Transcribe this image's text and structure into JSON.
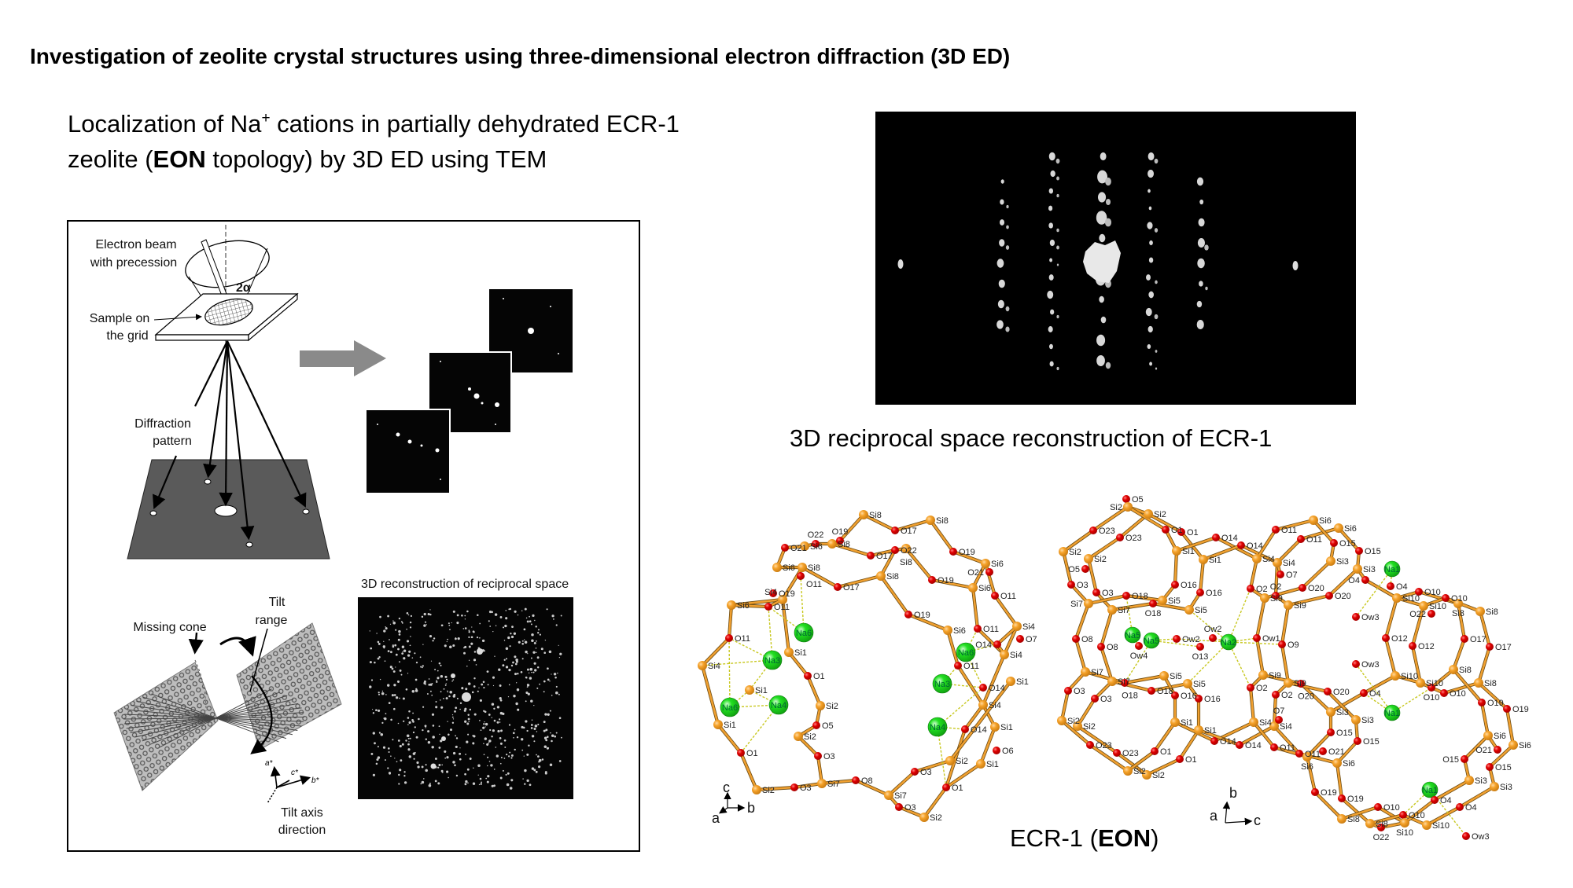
{
  "title": "Investigation of zeolite crystal structures using three-dimensional electron diffraction (3D ED)",
  "subtitle": {
    "line1_prefix": "Localization of Na",
    "line1_sup": "+",
    "line1_suffix": " cations in partially dehydrated ECR-1",
    "line2_prefix": "zeolite (",
    "line2_bold": "EON",
    "line2_suffix": " topology) by 3D ED using TEM"
  },
  "schematic": {
    "electron_beam": "Electron beam",
    "with_precession": "with precession",
    "angle": "2α",
    "sample_on": "Sample on",
    "the_grid": "the grid",
    "diffraction": "Diffraction",
    "pattern": "pattern",
    "recon_title": "3D reconstruction of reciprocal space",
    "missing_cone": "Missing cone",
    "tilt": "Tilt",
    "range": "range",
    "tilt_axis": "Tilt axis",
    "direction": "direction",
    "axes": {
      "a": "a*",
      "b": "b*",
      "c": "c*"
    }
  },
  "reciprocal_caption": "3D reciprocal space reconstruction of ECR-1",
  "structure": {
    "label_prefix": "ECR-1 (",
    "label_bold": "EON",
    "label_suffix": ")",
    "left_axes": {
      "c": "c",
      "a": "a",
      "b": "b"
    },
    "right_axes": {
      "b": "b",
      "a": "a",
      "c": "c"
    },
    "left_atoms": [
      "Si8",
      "O17",
      "Si8",
      "O19",
      "Si6",
      "O21",
      "O11",
      "Si4",
      "O7",
      "Si4",
      "Si1",
      "Si4",
      "Si1",
      "O6",
      "Si1",
      "O1",
      "Si2",
      "O3",
      "Si7",
      "O8",
      "Si7",
      "O3",
      "Si2",
      "O1",
      "Si1",
      "Na6",
      "Si4",
      "O11",
      "Si6",
      "O19",
      "O11",
      "Si4",
      "Na6",
      "Na3",
      "Si1",
      "O1",
      "Si2",
      "O5",
      "Si2",
      "O3",
      "Na4",
      "Si1",
      "Si6",
      "O21",
      "Si6",
      "O22",
      "Si8",
      "Si8",
      "O11",
      "O19",
      "O17",
      "Si8",
      "O17",
      "O22",
      "Si8",
      "O19",
      "Si6",
      "O19",
      "Si6",
      "O11",
      "Na6",
      "O11",
      "Na3",
      "O14",
      "Na4",
      "O14",
      "O3",
      "Si2",
      "O14"
    ],
    "right_atoms": [
      "O5",
      "Si2",
      "Si2",
      "O23",
      "O23",
      "Si2",
      "Si2",
      "O5",
      "O3",
      "O3",
      "Si7",
      "Si7",
      "O8",
      "O8",
      "Si7",
      "Si7",
      "O3",
      "O3",
      "Si2",
      "Si2",
      "O23",
      "O23",
      "Si2",
      "Si2",
      "O1",
      "O1",
      "Si1",
      "Si1",
      "O16",
      "O16",
      "Si5",
      "Si5",
      "O18",
      "O18",
      "O1",
      "O1",
      "Si1",
      "Si1",
      "O16",
      "O16",
      "Si5",
      "Si5",
      "O18",
      "O18",
      "Na5",
      "Na5",
      "Ow4",
      "Ow2",
      "O13",
      "Ow2",
      "Na2",
      "Ow1",
      "O9",
      "Si9",
      "Si9",
      "O2",
      "O2",
      "Si9",
      "Si9",
      "O2",
      "O2",
      "Si4",
      "Si4",
      "O7",
      "Si4",
      "Si4",
      "O7",
      "O14",
      "O14",
      "O14",
      "O14",
      "O11",
      "O11",
      "O11",
      "O11",
      "Si6",
      "Si6",
      "O15",
      "O15",
      "Si3",
      "Si3",
      "O20",
      "O20",
      "O4",
      "Na1",
      "O4",
      "Ow3",
      "Si10",
      "Si10",
      "O10",
      "O10",
      "Si8",
      "Si8",
      "O22",
      "O12",
      "O12",
      "O17",
      "O17",
      "Ow3",
      "Si10",
      "Si10",
      "O4",
      "Na1",
      "O10",
      "O10",
      "Si8",
      "Si8",
      "Si3",
      "Si3",
      "O20",
      "O20",
      "O15",
      "O15",
      "Si6",
      "Si6",
      "O21",
      "O19",
      "O19",
      "Si6",
      "Si6",
      "O21",
      "O15",
      "O15",
      "Si3",
      "Si3",
      "Na1",
      "O4",
      "O4",
      "O19",
      "O19",
      "Si8",
      "Si8",
      "O10",
      "O10",
      "Si10",
      "Si10",
      "Ow3",
      "O22"
    ]
  }
}
